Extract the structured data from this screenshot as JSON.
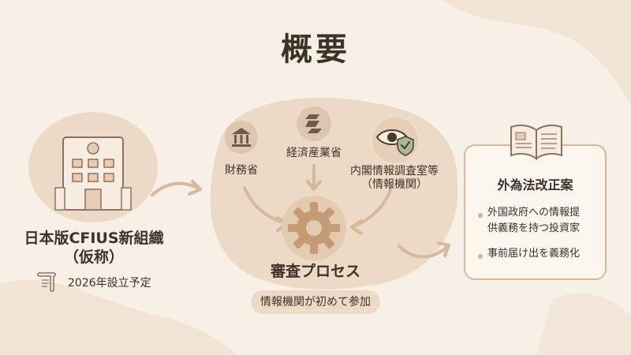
{
  "title": "概要",
  "left": {
    "name_line1": "日本版CFIUS新組織",
    "name_line2": "（仮称）",
    "note": "2026年設立予定"
  },
  "agencies": [
    {
      "label": "財務省",
      "icon": "bank-icon"
    },
    {
      "label": "経済産業省",
      "icon": "meti-logo-icon"
    },
    {
      "label_line1": "内閣情報調査室等",
      "label_line2": "（情報機関）",
      "icon": "eye-shield-icon"
    }
  ],
  "process": {
    "label": "審査プロセス",
    "pill": "情報機関が初めて参加",
    "icon": "gear-icon"
  },
  "amendment": {
    "title": "外為法改正案",
    "icon": "open-book-icon",
    "bullets": [
      {
        "line1": "外国政府への情報提",
        "line2": "供義務を持つ投資家"
      },
      {
        "line1": "事前届け出を義務化"
      }
    ]
  },
  "colors": {
    "background": "#f7f0e6",
    "blob": "#ecdac6",
    "accent": "#d3b08f",
    "text": "#3e3128"
  }
}
